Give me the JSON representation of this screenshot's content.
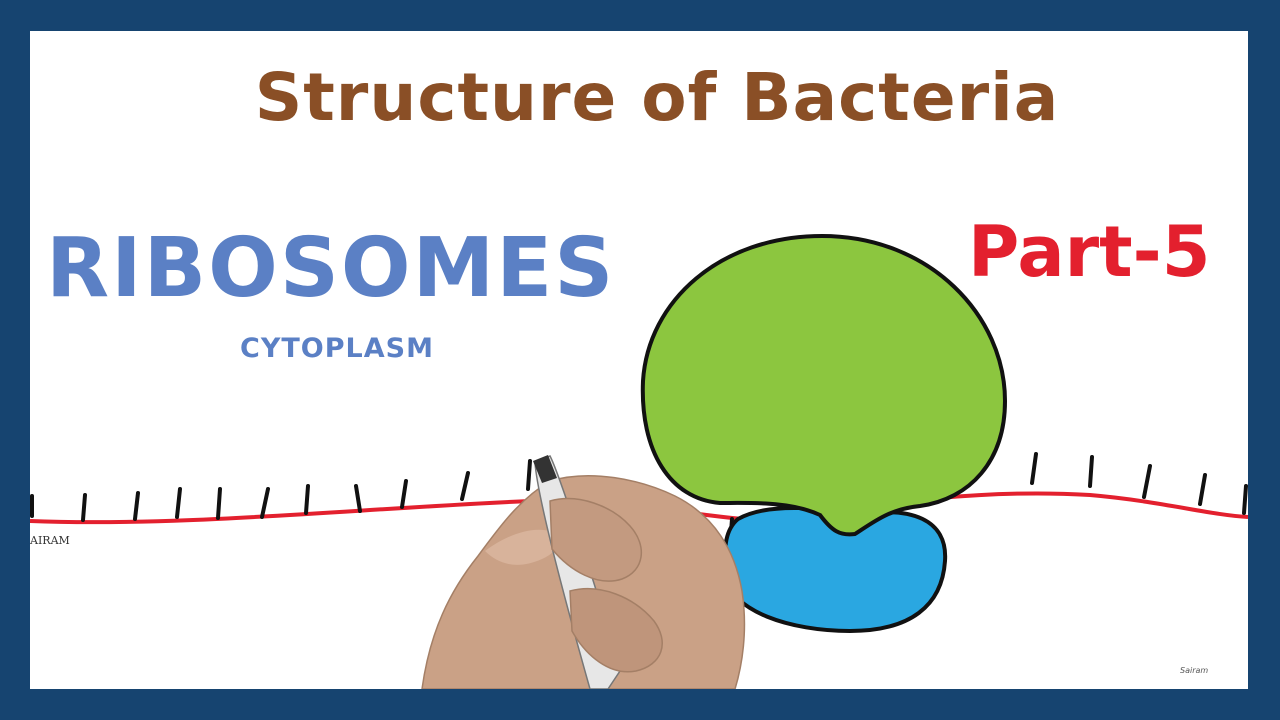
{
  "slide": {
    "title": "Structure of Bacteria",
    "heading": "RIBOSOMES",
    "subheading": "CYTOPLASM",
    "part_label": "Part-5",
    "watermark_left": "AIRAM",
    "watermark_right": "Sairam"
  },
  "illustration": {
    "objects": [
      "mrna-strand-icon",
      "ribosome-large-subunit-icon",
      "ribosome-small-subunit-icon",
      "hand-with-marker-icon"
    ],
    "colors": {
      "frame": "#164470",
      "background": "#ffffff",
      "title": "#8a4f26",
      "heading": "#5b80c5",
      "part_label": "#e3202e",
      "mrna_strand": "#e3202e",
      "large_subunit": "#8cc63f",
      "small_subunit": "#2aa7e1"
    }
  }
}
